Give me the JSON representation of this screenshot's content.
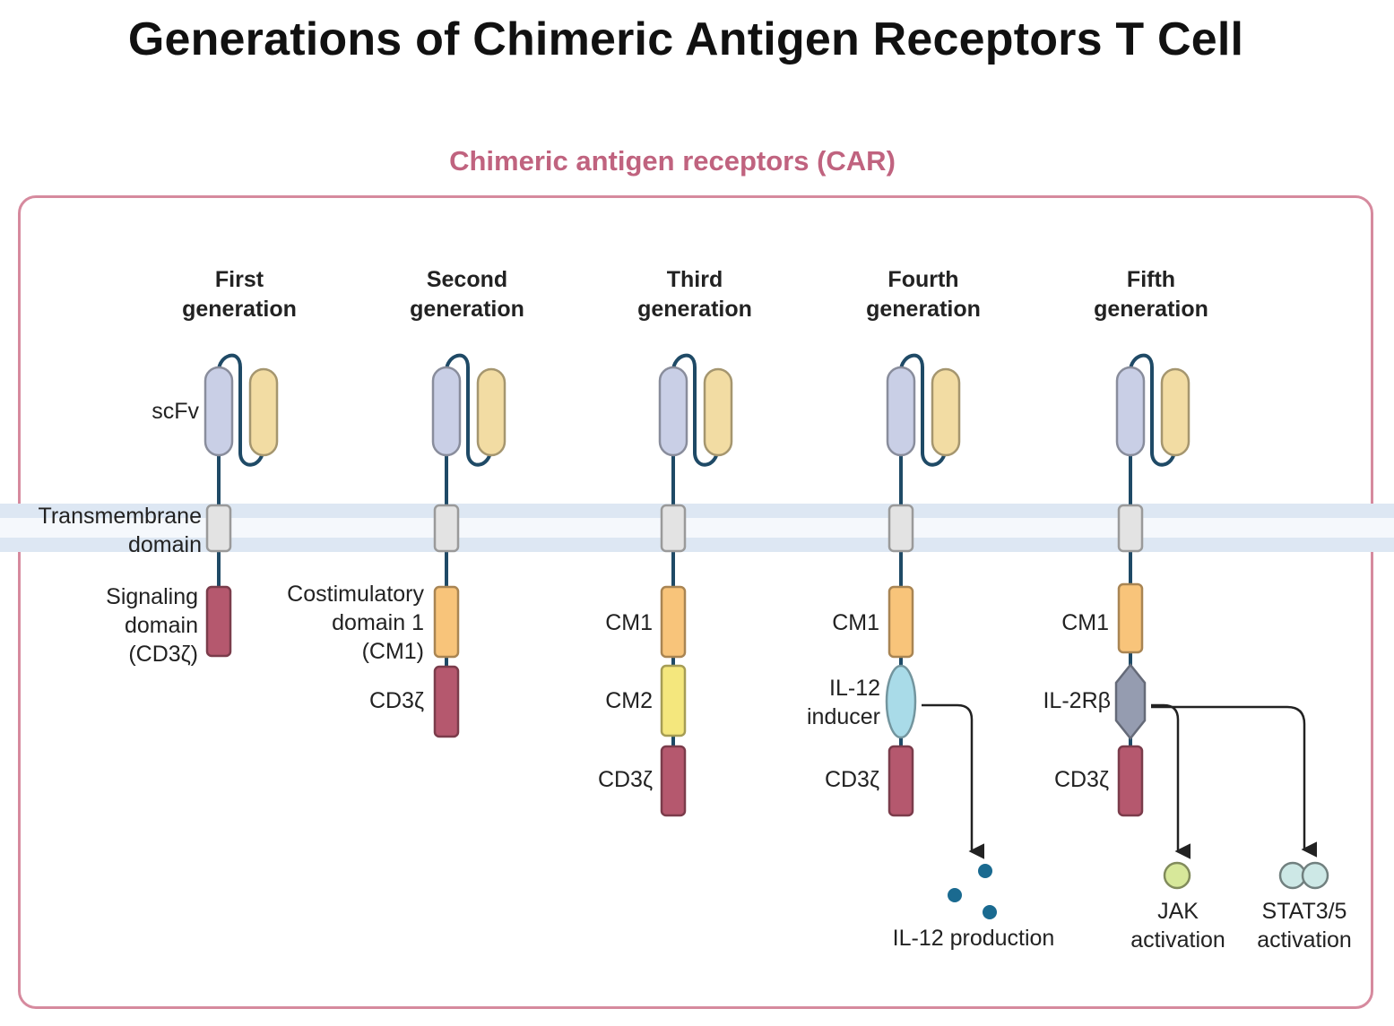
{
  "title": "Generations of Chimeric Antigen Receptors T Cell",
  "subtitle": "Chimeric antigen receptors (CAR)",
  "generations": [
    {
      "line1": "First",
      "line2": "generation"
    },
    {
      "line1": "Second",
      "line2": "generation"
    },
    {
      "line1": "Third",
      "line2": "generation"
    },
    {
      "line1": "Fourth",
      "line2": "generation"
    },
    {
      "line1": "Fifth",
      "line2": "generation"
    }
  ],
  "labels": {
    "scfv": "scFv",
    "tm1": "Transmembrane",
    "tm2": "domain",
    "sig1": "Signaling",
    "sig2": "domain",
    "sig3": "(CD3ζ)",
    "costim1": "Costimulatory",
    "costim2": "domain 1",
    "costim3": "(CM1)",
    "cd3z": "CD3ζ",
    "cm1": "CM1",
    "cm2": "CM2",
    "il12a": "IL-12",
    "il12b": "inducer",
    "il2rb": "IL-2Rβ",
    "il12prod": "IL-12 production",
    "jak1": "JAK",
    "jak2": "activation",
    "stat1": "STAT3/5",
    "stat2": "activation"
  },
  "colors": {
    "scfv_light": "#c9cfe6",
    "scfv_heavy": "#f2dca3",
    "transmembrane": "#e3e3e3",
    "cd3z": "#b5586e",
    "cm1": "#f8c47a",
    "cm2": "#f4e77d",
    "il12_inducer": "#a9dbe8",
    "il2rb": "#959cb0",
    "linker": "#1f4a66",
    "membrane": "#dde7f3",
    "frame": "#d68a9e",
    "il12_dots": "#1a6a90",
    "jak": "#d7e89a",
    "stat": "#cde8e6"
  }
}
